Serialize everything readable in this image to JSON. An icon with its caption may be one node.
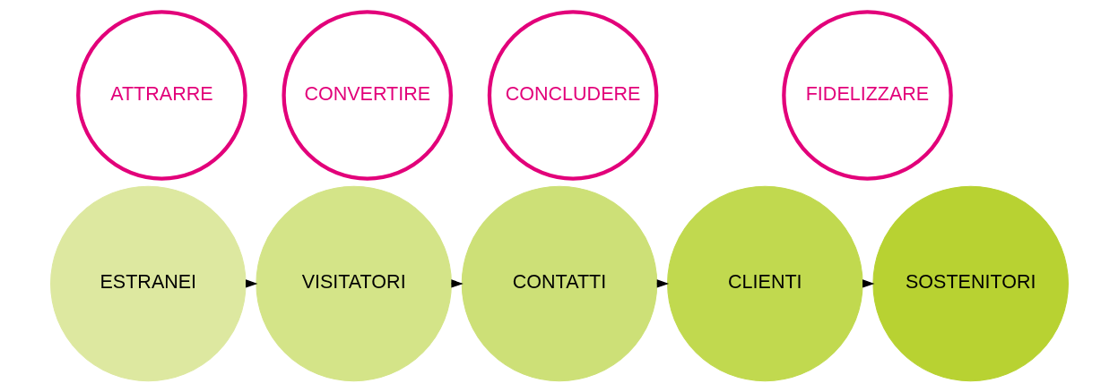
{
  "diagram": {
    "nodes": [
      {
        "text": [
          "ATTRARRE"
        ]
      },
      {
        "text": [
          "CONVERTIRE"
        ]
      },
      {
        "text": [
          "CONCLUDERE"
        ]
      },
      {
        "text": [
          "FIDELIZZARE"
        ]
      },
      {
        "text": [
          "ESTRANEI"
        ]
      },
      {
        "text": [
          "VISITATORI"
        ]
      },
      {
        "text": [
          "CONTATTI"
        ]
      },
      {
        "text": [
          "CLIENTI"
        ]
      },
      {
        "text": [
          "SOSTENITORI"
        ]
      }
    ],
    "edges": [
      {
        "from": 4,
        "to": 5,
        "arrow": "to"
      },
      {
        "from": 5,
        "to": 6,
        "arrow": "to"
      },
      {
        "from": 6,
        "to": 7,
        "arrow": "to"
      },
      {
        "from": 7,
        "to": 8,
        "arrow": "to"
      }
    ]
  }
}
